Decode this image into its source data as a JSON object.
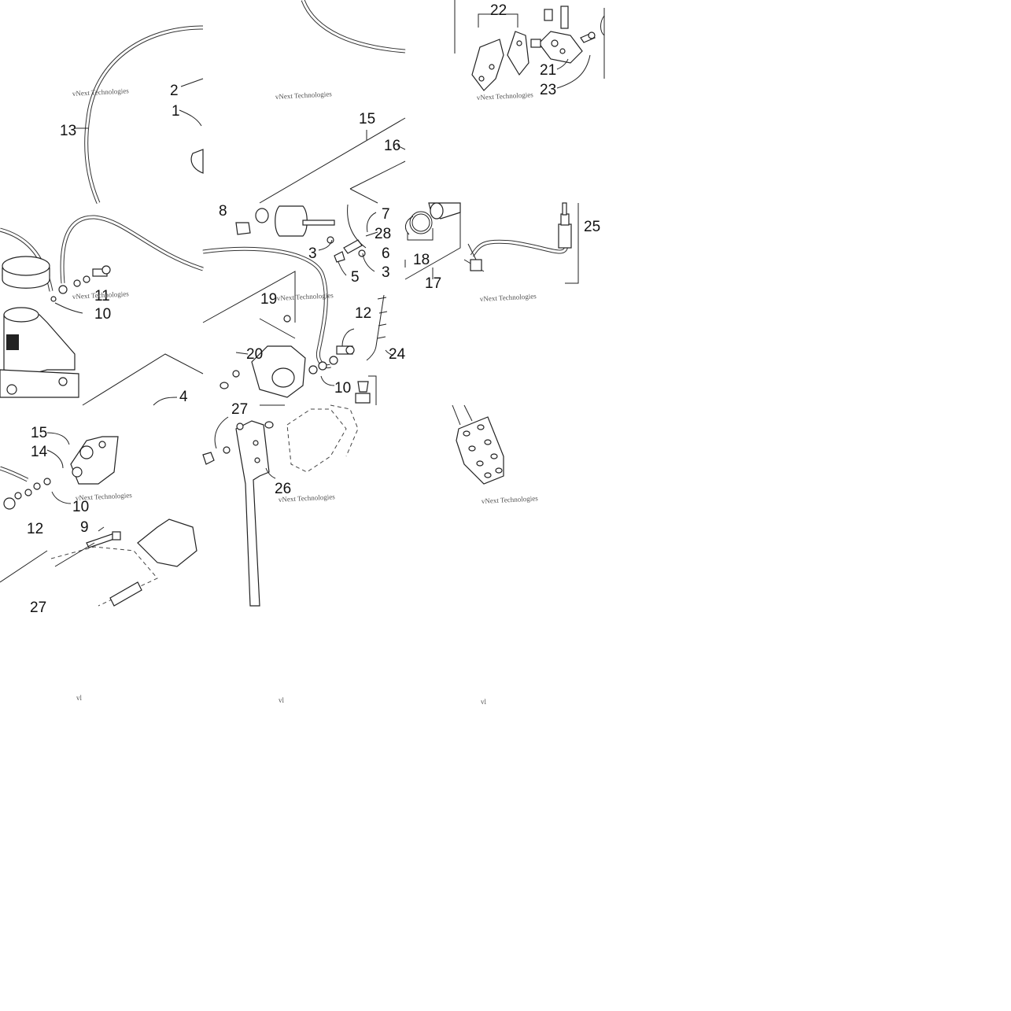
{
  "diagram": {
    "callouts": [
      "1",
      "2",
      "3",
      "3",
      "4",
      "5",
      "6",
      "7",
      "8",
      "9",
      "10",
      "10",
      "10",
      "11",
      "12",
      "12",
      "13",
      "14",
      "15",
      "15",
      "16",
      "17",
      "18",
      "19",
      "20",
      "21",
      "22",
      "23",
      "24",
      "25",
      "26",
      "27",
      "27",
      "28"
    ],
    "watermark": "vNext Technologies",
    "watermark_fragment": "vl"
  }
}
